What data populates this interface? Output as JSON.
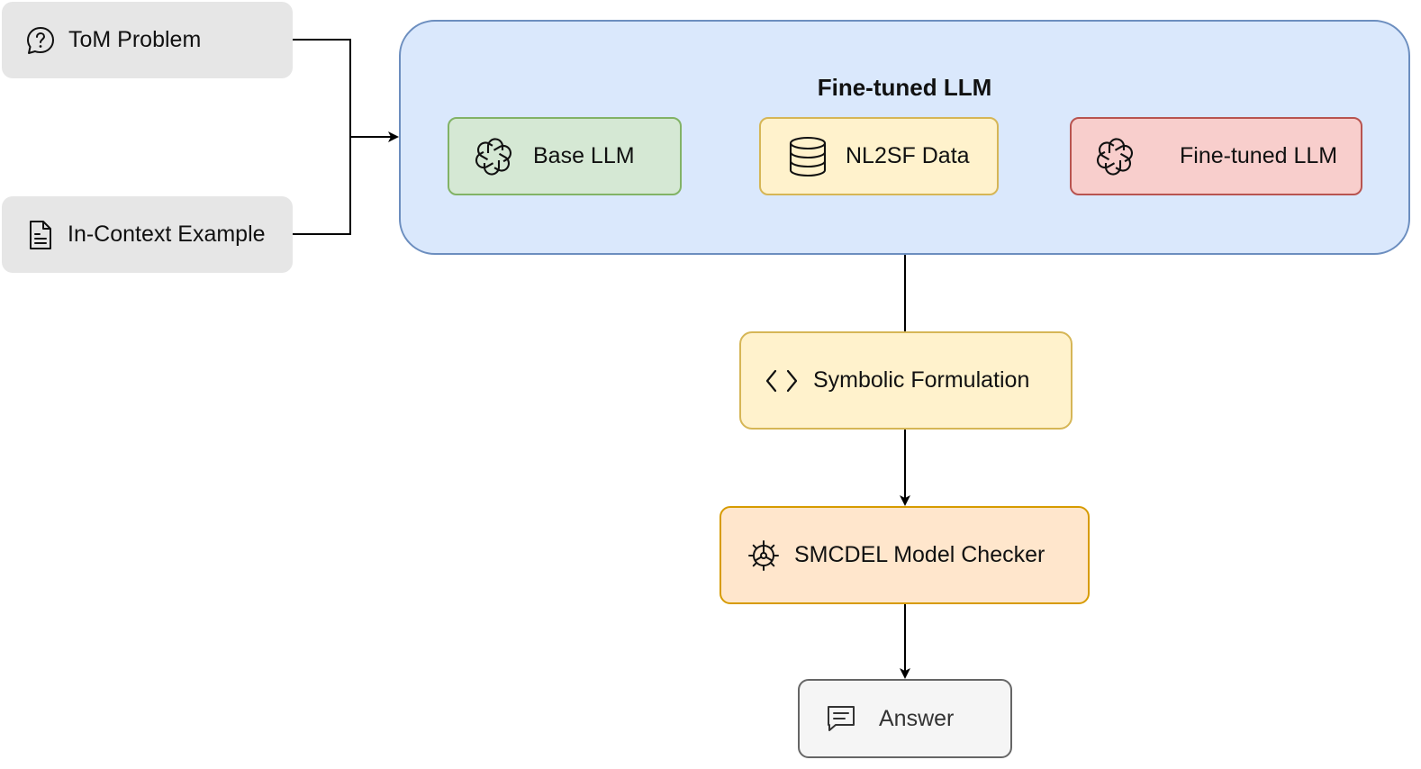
{
  "inputs": {
    "tom_problem": "ToM Problem",
    "in_context_example": "In-Context Example"
  },
  "group": {
    "title": "Fine-tuned LLM",
    "base_llm": "Base LLM",
    "nl2sf_data": "NL2SF Data",
    "fine_tuned_llm": "Fine-tuned LLM"
  },
  "pipeline": {
    "symbolic_formulation": "Symbolic Formulation",
    "model_checker": "SMCDEL Model Checker",
    "answer": "Answer"
  },
  "icons": {
    "tom_problem": "question-chat-icon",
    "in_context_example": "document-icon",
    "base_llm": "openai-logo-icon",
    "nl2sf_data": "database-icon",
    "fine_tuned_llm": "openai-logo-icon",
    "symbolic_formulation": "code-brackets-icon",
    "model_checker": "gear-icon",
    "answer": "message-icon"
  },
  "colors": {
    "group_fill": "#dae8fc",
    "group_stroke": "#6c8ebf",
    "green_fill": "#d5e8d4",
    "yellow_fill": "#fff2cc",
    "red_fill": "#f8cecc",
    "orange_fill": "#ffe6cc",
    "gray_fill": "#e6e6e6"
  }
}
